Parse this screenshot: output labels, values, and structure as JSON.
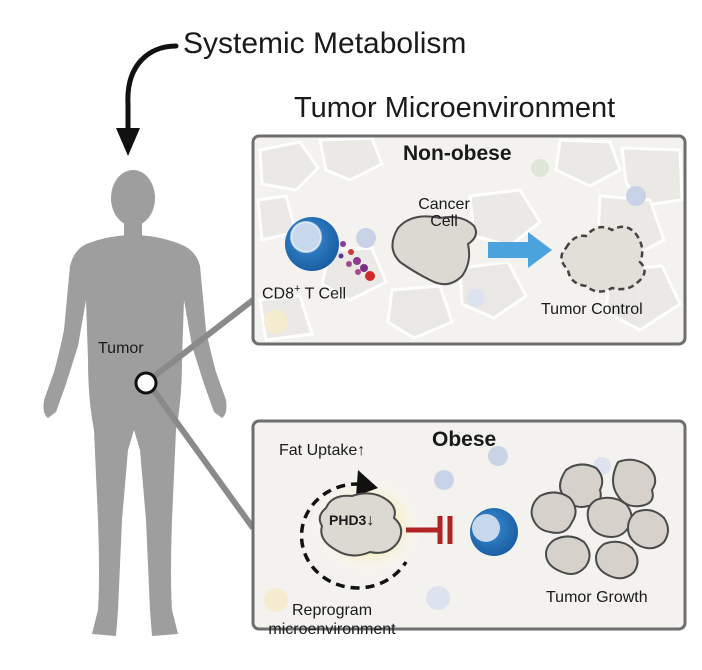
{
  "title": "Systemic Metabolism",
  "panel_heading": "Tumor Microenvironment",
  "tumor_label": "Tumor",
  "non_obese": {
    "heading": "Non-obese",
    "cancer_cell_label": "Cancer\nCell",
    "t_cell_label": "CD8",
    "t_cell_label_sup": "+",
    "t_cell_label_suffix": " T Cell",
    "outcome_label": "Tumor Control"
  },
  "obese": {
    "heading": "Obese",
    "fat_uptake_label": "Fat Uptake",
    "fat_uptake_arrow": "↑",
    "phd3_label": "PHD3",
    "phd3_arrow": "↓",
    "reprogram_label": "Reprogram\nmicroenvironment",
    "outcome_label": "Tumor Growth"
  },
  "colors": {
    "silhouette": "#9e9e9e",
    "panel_border": "#6e6e6e",
    "t_cell_blue": "#1f6fb8",
    "flow_arrow_blue": "#4aa3dd",
    "inhibit_red": "#b22424",
    "cancer_cell_fill": "#dcd8d2",
    "glow": "#f7e89a"
  }
}
